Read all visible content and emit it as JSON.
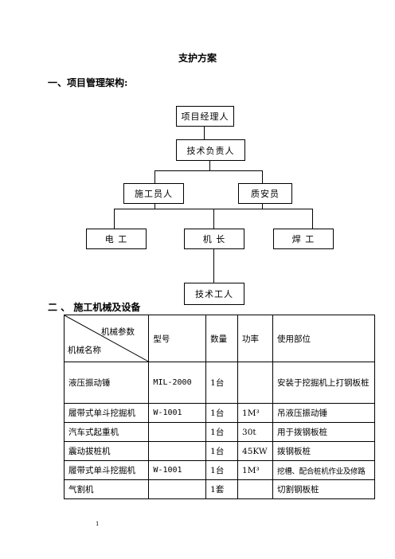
{
  "title": "支护方案",
  "section1": "一、项目管理架构:",
  "section2": "二 、  施工机械及设备",
  "org": {
    "manager": "项目经理人",
    "tech_lead": "技术负责人",
    "constructor": "施工员人",
    "safety": "质安员",
    "electrician": "电  工",
    "machinist": "机 长",
    "welder": "焊 工",
    "technician": "技术工人"
  },
  "table": {
    "header": {
      "diag_top": "机械参数",
      "diag_bottom": "机械名称",
      "model": "型号",
      "qty": "数量",
      "power": "功率",
      "usage": "使用部位"
    },
    "rows": [
      {
        "name": "液压振动锤",
        "model": "MIL-2000",
        "qty": "1台",
        "power": "",
        "usage": "安装于挖掘机上打钢板桩"
      },
      {
        "name": "履带式单斗挖掘机",
        "model": "W-1001",
        "qty": "1台",
        "power": "1M³",
        "usage": "吊液压振动锤"
      },
      {
        "name": "汽车式起重机",
        "model": "",
        "qty": "1台",
        "power": "30t",
        "usage": "用于拨钢板桩"
      },
      {
        "name": "震动拔桩机",
        "model": "",
        "qty": "1台",
        "power": "45KW",
        "usage": "拨钢板桩"
      },
      {
        "name": "履带式单斗挖掘机",
        "model": "W-1001",
        "qty": "1台",
        "power": "1M³",
        "usage": "挖槽、配合桩机作业及修路"
      },
      {
        "name": "气割机",
        "model": "",
        "qty": "1套",
        "power": "",
        "usage": "切割钢板桩"
      }
    ]
  },
  "page_number": "1"
}
